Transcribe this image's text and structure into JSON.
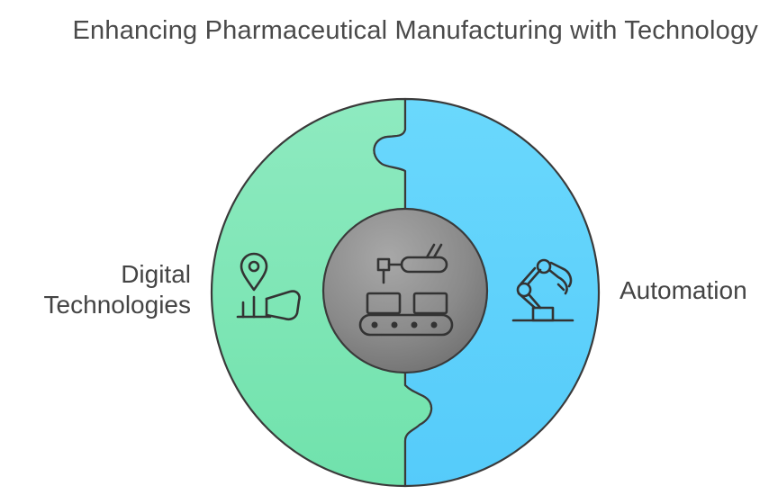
{
  "title": "Enhancing Pharmaceutical Manufacturing with Technology",
  "left_segment": {
    "label_line1": "Digital",
    "label_line2": "Technologies",
    "color": "#86e8b9",
    "icon": "location-pin-hand-icon"
  },
  "right_segment": {
    "label": "Automation",
    "color": "#66d4fb",
    "icon": "robotic-arm-icon"
  },
  "center": {
    "icon": "conveyor-belt-robot-icon",
    "color": "#808080"
  }
}
